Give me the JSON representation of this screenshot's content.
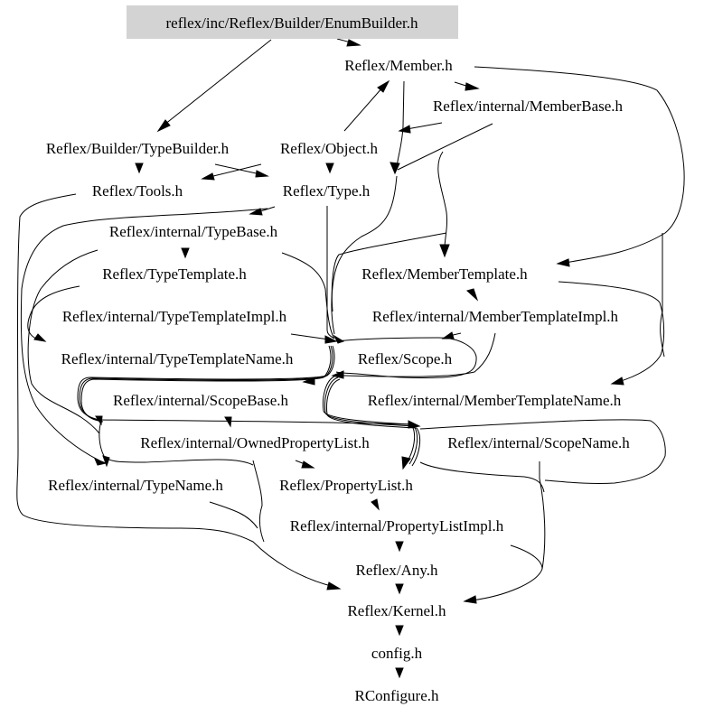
{
  "graph": {
    "title": "reflex/inc/Reflex/Builder/EnumBuilder.h include dependency graph",
    "root_fill": "#d3d3d3",
    "nodes": [
      {
        "id": "enumbuilder",
        "label": "reflex/inc/Reflex/Builder/EnumBuilder.h",
        "root": true
      },
      {
        "id": "member",
        "label": "Reflex/Member.h"
      },
      {
        "id": "memberbase",
        "label": "Reflex/internal/MemberBase.h"
      },
      {
        "id": "typebuilder",
        "label": "Reflex/Builder/TypeBuilder.h"
      },
      {
        "id": "object",
        "label": "Reflex/Object.h"
      },
      {
        "id": "tools",
        "label": "Reflex/Tools.h"
      },
      {
        "id": "type",
        "label": "Reflex/Type.h"
      },
      {
        "id": "typebase",
        "label": "Reflex/internal/TypeBase.h"
      },
      {
        "id": "typetemplate",
        "label": "Reflex/TypeTemplate.h"
      },
      {
        "id": "membertemplate",
        "label": "Reflex/MemberTemplate.h"
      },
      {
        "id": "typetemplateimpl",
        "label": "Reflex/internal/TypeTemplateImpl.h"
      },
      {
        "id": "membertemplateimpl",
        "label": "Reflex/internal/MemberTemplateImpl.h"
      },
      {
        "id": "typetemplatename",
        "label": "Reflex/internal/TypeTemplateName.h"
      },
      {
        "id": "scope",
        "label": "Reflex/Scope.h"
      },
      {
        "id": "scopebase",
        "label": "Reflex/internal/ScopeBase.h"
      },
      {
        "id": "membertemplatename",
        "label": "Reflex/internal/MemberTemplateName.h"
      },
      {
        "id": "ownedpropertylist",
        "label": "Reflex/internal/OwnedPropertyList.h"
      },
      {
        "id": "scopename",
        "label": "Reflex/internal/ScopeName.h"
      },
      {
        "id": "typename",
        "label": "Reflex/internal/TypeName.h"
      },
      {
        "id": "propertylist",
        "label": "Reflex/PropertyList.h"
      },
      {
        "id": "propertylistimpl",
        "label": "Reflex/internal/PropertyListImpl.h"
      },
      {
        "id": "any",
        "label": "Reflex/Any.h"
      },
      {
        "id": "kernel",
        "label": "Reflex/Kernel.h"
      },
      {
        "id": "config",
        "label": "config.h"
      },
      {
        "id": "rconfigure",
        "label": "RConfigure.h"
      }
    ],
    "edges": [
      {
        "from": "enumbuilder",
        "to": "member"
      },
      {
        "from": "enumbuilder",
        "to": "typebuilder"
      },
      {
        "from": "member",
        "to": "memberbase"
      },
      {
        "from": "member",
        "to": "type"
      },
      {
        "from": "member",
        "to": "membertemplate"
      },
      {
        "from": "memberbase",
        "to": "type"
      },
      {
        "from": "memberbase",
        "to": "membertemplate"
      },
      {
        "from": "object",
        "to": "member"
      },
      {
        "from": "object",
        "to": "tools"
      },
      {
        "from": "object",
        "to": "type"
      },
      {
        "from": "typebuilder",
        "to": "tools"
      },
      {
        "from": "typebuilder",
        "to": "type"
      },
      {
        "from": "type",
        "to": "typebase"
      },
      {
        "from": "type",
        "to": "scope"
      },
      {
        "from": "typebase",
        "to": "typetemplate"
      },
      {
        "from": "typebase",
        "to": "scope"
      },
      {
        "from": "typetemplate",
        "to": "typetemplateimpl"
      },
      {
        "from": "typetemplate",
        "to": "typetemplatename"
      },
      {
        "from": "typetemplateimpl",
        "to": "scope"
      },
      {
        "from": "membertemplate",
        "to": "membertemplateimpl"
      },
      {
        "from": "membertemplate",
        "to": "membertemplatename"
      },
      {
        "from": "membertemplateimpl",
        "to": "scope"
      },
      {
        "from": "scope",
        "to": "scopebase"
      },
      {
        "from": "scopebase",
        "to": "ownedpropertylist"
      },
      {
        "from": "scopebase",
        "to": "scopename"
      },
      {
        "from": "scopebase",
        "to": "typename"
      },
      {
        "from": "scopebase",
        "to": "propertylist"
      },
      {
        "from": "ownedpropertylist",
        "to": "propertylist"
      },
      {
        "from": "propertylist",
        "to": "propertylistimpl"
      },
      {
        "from": "propertylistimpl",
        "to": "any"
      },
      {
        "from": "any",
        "to": "kernel"
      },
      {
        "from": "typename",
        "to": "kernel"
      },
      {
        "from": "scopename",
        "to": "kernel"
      },
      {
        "from": "kernel",
        "to": "config"
      },
      {
        "from": "config",
        "to": "rconfigure"
      }
    ]
  }
}
